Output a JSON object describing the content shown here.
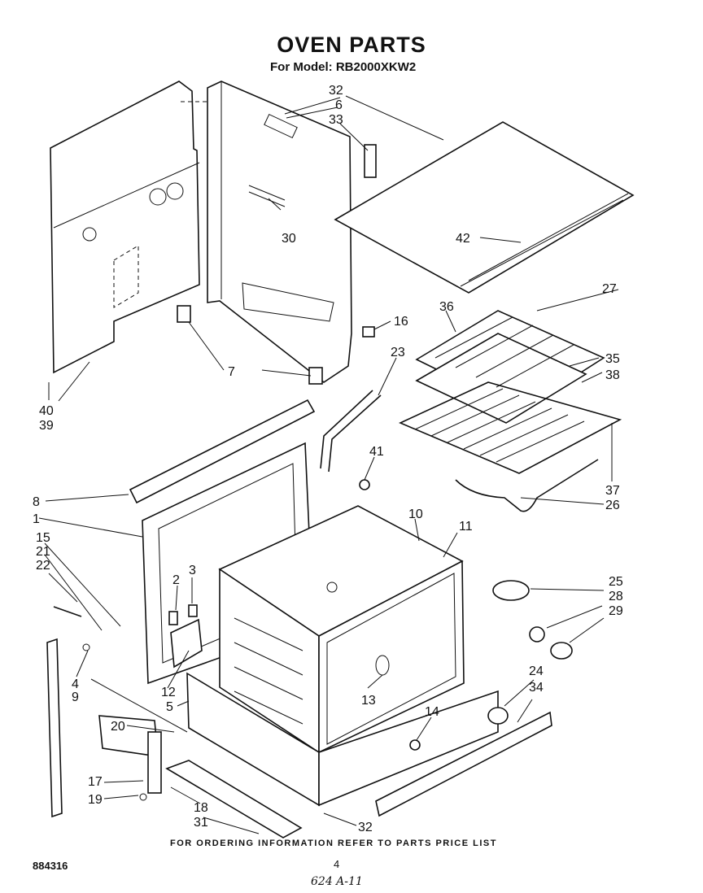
{
  "title": "OVEN PARTS",
  "subtitle": "For Model: RB2000XKW2",
  "footer": "FOR ORDERING INFORMATION REFER TO PARTS PRICE LIST",
  "doc_id": "884316",
  "page_number": "4",
  "handwritten_note": "624 A-11",
  "callouts": [
    "32",
    "6",
    "33",
    "30",
    "42",
    "27",
    "36",
    "16",
    "35",
    "38",
    "23",
    "7",
    "41",
    "40",
    "39",
    "37",
    "26",
    "8",
    "10",
    "11",
    "1",
    "15",
    "21",
    "22",
    "2",
    "3",
    "25",
    "28",
    "29",
    "24",
    "34",
    "4",
    "9",
    "12",
    "5",
    "13",
    "14",
    "20",
    "17",
    "19",
    "18",
    "31",
    "32"
  ]
}
